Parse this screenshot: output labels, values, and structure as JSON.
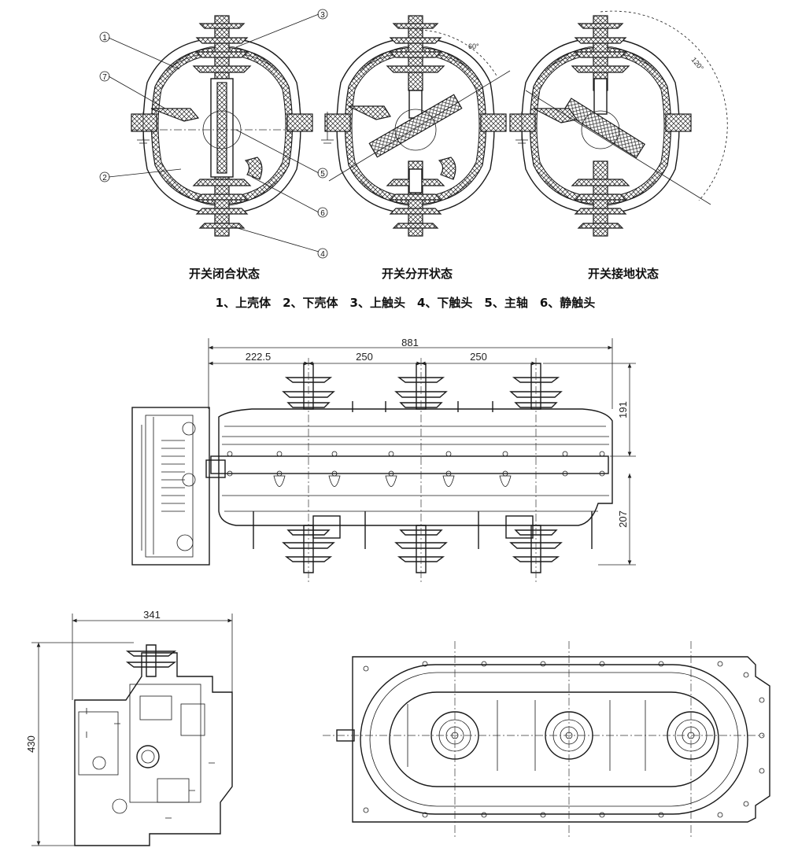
{
  "states": {
    "closed": "开关闭合状态",
    "open": "开关分开状态",
    "earthed": "开关接地状态"
  },
  "legend": "1、上壳体　2、下壳体　3、上触头　4、下触头　5、主轴　6、静触头",
  "part_callouts": [
    "1",
    "7",
    "2",
    "3",
    "5",
    "6",
    "4"
  ],
  "angles": {
    "open": "60°",
    "earthed": "120°"
  },
  "dimensions": {
    "front_total": "881",
    "front_seg1": "222.5",
    "front_seg2": "250",
    "front_seg3": "250",
    "front_upper_height": "191",
    "front_lower_height": "207",
    "side_width": "341",
    "side_height": "430"
  },
  "colors": {
    "line": "#1a1a1a",
    "background": "#ffffff"
  }
}
